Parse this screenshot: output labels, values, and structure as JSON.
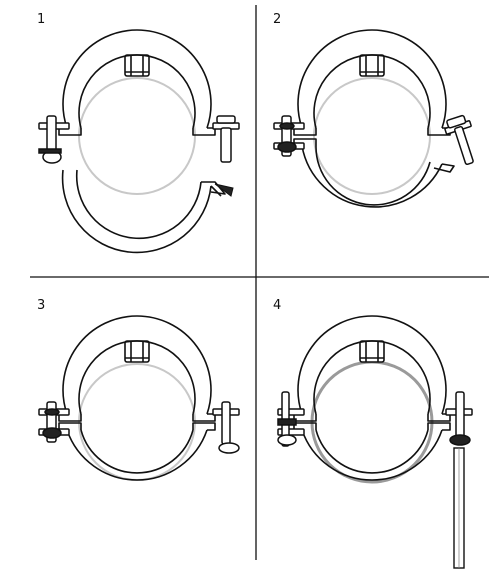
{
  "steps": [
    {
      "number": "1",
      "icon": "clamp-open-icon"
    },
    {
      "number": "2",
      "icon": "clamp-closing-icon"
    },
    {
      "number": "3",
      "icon": "clamp-closed-icon"
    },
    {
      "number": "4",
      "icon": "clamp-tightened-icon"
    }
  ],
  "colors": {
    "ink": "#111111",
    "pipe": "#c8c8c8",
    "background": "#ffffff"
  }
}
